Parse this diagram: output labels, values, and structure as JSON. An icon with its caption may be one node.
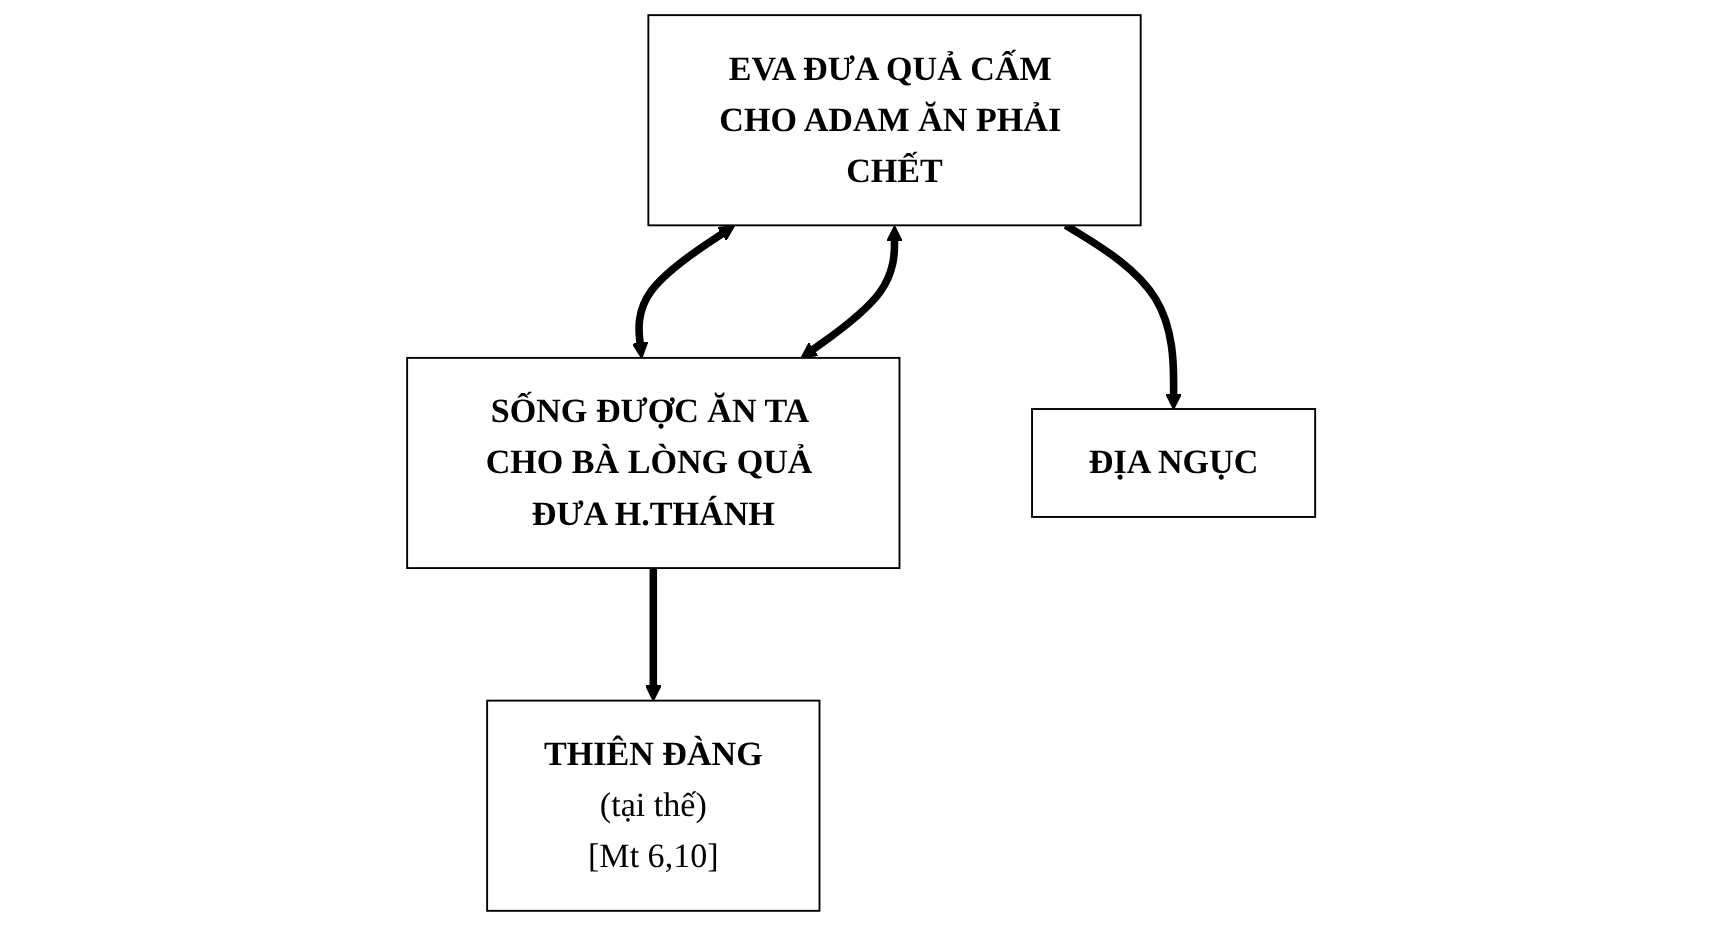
{
  "diagram": {
    "nodes": [
      {
        "text": [
          "THIÊN ĐÀNG",
          "(tại thế)",
          "[Mt 6,10]"
        ]
      },
      {
        "text": [
          "EVA ĐƯA QUẢ CẤM CHO ADAM ĂN PHẢI CHẾT"
        ]
      },
      {
        "text": [
          "SỐNG ĐƯỢC ĂN TA CHO BÀ LÒNG QUẢ ĐƯA H.THÁNH"
        ]
      },
      {
        "text": [
          "ĐỊA NGỤC"
        ]
      }
    ],
    "edges": [
      {
        "from": 2,
        "to": 0,
        "arrow": "to"
      },
      {
        "from": 1,
        "to": 3,
        "arrow": "to"
      },
      {
        "from": 1,
        "to": 2,
        "arrow": "both"
      },
      {
        "from": 1,
        "to": 2,
        "arrow": "both"
      }
    ]
  }
}
